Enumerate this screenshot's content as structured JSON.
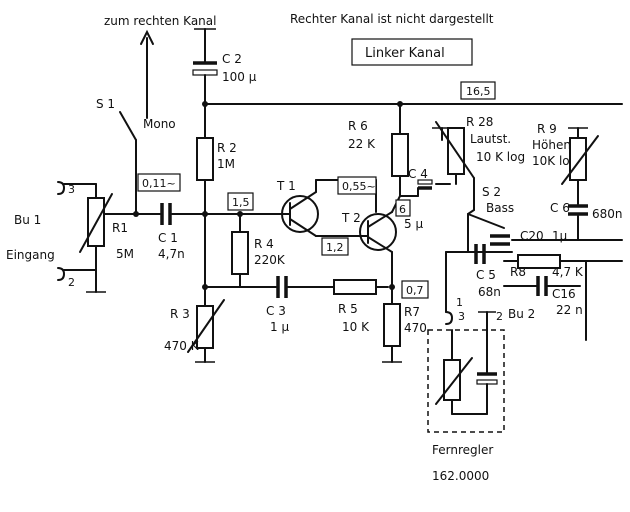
{
  "top": {
    "to_right_channel": "zum rechten Kanal",
    "right_channel_note": "Rechter Kanal ist nicht dargestellt",
    "left_channel": "Linker Kanal"
  },
  "voltages": {
    "supply": "16,5",
    "input_node": "0,11~",
    "t1_base": "1,5",
    "t1_collector": "0,55~",
    "t2_emitter_node": "1,2",
    "t2_collector": "6",
    "r7_node": "0,7"
  },
  "components": {
    "s1": "S 1",
    "s1_mode": "Mono",
    "c2": "C 2",
    "c2_val": "100 µ",
    "r2": "R 2",
    "r2_val": "1M",
    "r6": "R 6",
    "r6_val": "22 K",
    "r28": "R 28",
    "r28_name": "Lautst.",
    "r28_val": "10 K log",
    "r9": "R 9",
    "r9_name": "Höhen",
    "r9_val": "10K log",
    "c4": "C 4",
    "c4_val": "5 µ",
    "s2": "S 2",
    "s2_name": "Bass",
    "c6": "C 6",
    "c6_val": "680n",
    "t1": "T 1",
    "t2": "T 2",
    "bu1": "Bu 1",
    "input": "Eingang",
    "pin3": "3",
    "pin2": "2",
    "r1": "R1",
    "r1_val": "5M",
    "c1": "C 1",
    "c1_val": "4,7n",
    "r4": "R 4",
    "r4_val": "220K",
    "c20": "C20",
    "c20_val": "1µ",
    "c5": "C 5",
    "c5_val": "68n",
    "r8": "R8",
    "r8_val": "4,7 K",
    "c16": "C16",
    "c16_val": "22 n",
    "r3": "R 3",
    "r3_val": "470 K",
    "c3": "C 3",
    "c3_val": "1 µ",
    "r5": "R 5",
    "r5_val": "10 K",
    "r7": "R7",
    "r7_val": "470",
    "bu2": "Bu 2",
    "bu2_pin1": "1",
    "bu2_pin3": "3",
    "bu2_pin2": "2"
  },
  "remote": {
    "name": "Fernregler",
    "part_no": "162.0000"
  }
}
